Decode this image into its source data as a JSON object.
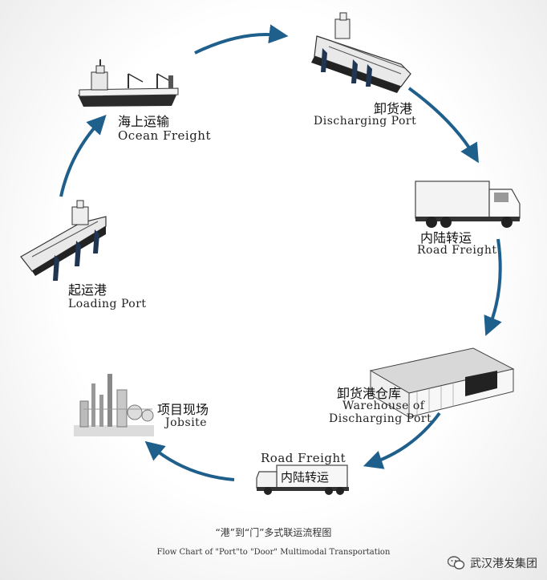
{
  "nodes": {
    "ocean_freight": {
      "zh": "海上运输",
      "en": "Ocean Freight"
    },
    "discharging_port": {
      "zh": "卸货港",
      "en": "Discharging Port"
    },
    "road_freight_1": {
      "zh": "内陆转运",
      "en": "Road Freight"
    },
    "warehouse": {
      "zh": "卸货港仓库",
      "en_line1": "Warehouse of",
      "en_line2": "Discharging Port"
    },
    "road_freight_2": {
      "en": "Road Freight",
      "truck_zh": "内陆转运"
    },
    "jobsite": {
      "zh": "项目现场",
      "en": "Jobsite"
    },
    "loading_port": {
      "zh": "起运港",
      "en": "Loading Port"
    }
  },
  "caption": {
    "zh": "“港”到“门”多式联运流程图",
    "en": "Flow Chart of \"Port\"to \"Door\" Multimodal Transportation"
  },
  "watermark": {
    "text": "武汉港发集团",
    "icon": "wechat-icon"
  },
  "colors": {
    "arrow": "#1f5f8b",
    "ink": "#222222"
  }
}
